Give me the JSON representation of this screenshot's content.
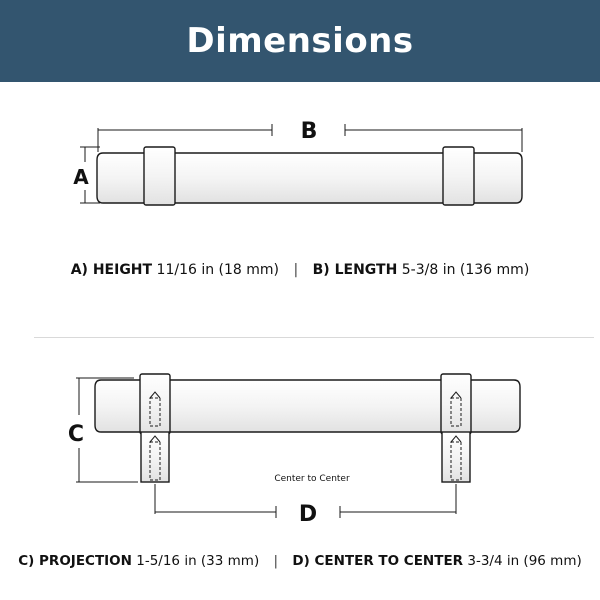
{
  "colors": {
    "header_bg": "#33556f",
    "header_text": "#ffffff",
    "line": "#1a1a1a"
  },
  "header": {
    "title": "Dimensions"
  },
  "diagram_top": {
    "label_a": "A",
    "label_b": "B"
  },
  "specs_top": {
    "a_name": "A) HEIGHT",
    "a_value": "11/16 in (18 mm)",
    "separator": "|",
    "b_name": "B) LENGTH",
    "b_value": "5-3/8 in (136 mm)"
  },
  "diagram_bottom": {
    "label_c": "C",
    "label_d": "D",
    "center_note": "Center to Center"
  },
  "specs_bottom": {
    "c_name": "C) PROJECTION",
    "c_value": "1-5/16 in (33 mm)",
    "separator": "|",
    "d_name": "D) CENTER TO CENTER",
    "d_value": "3-3/4 in (96 mm)"
  }
}
